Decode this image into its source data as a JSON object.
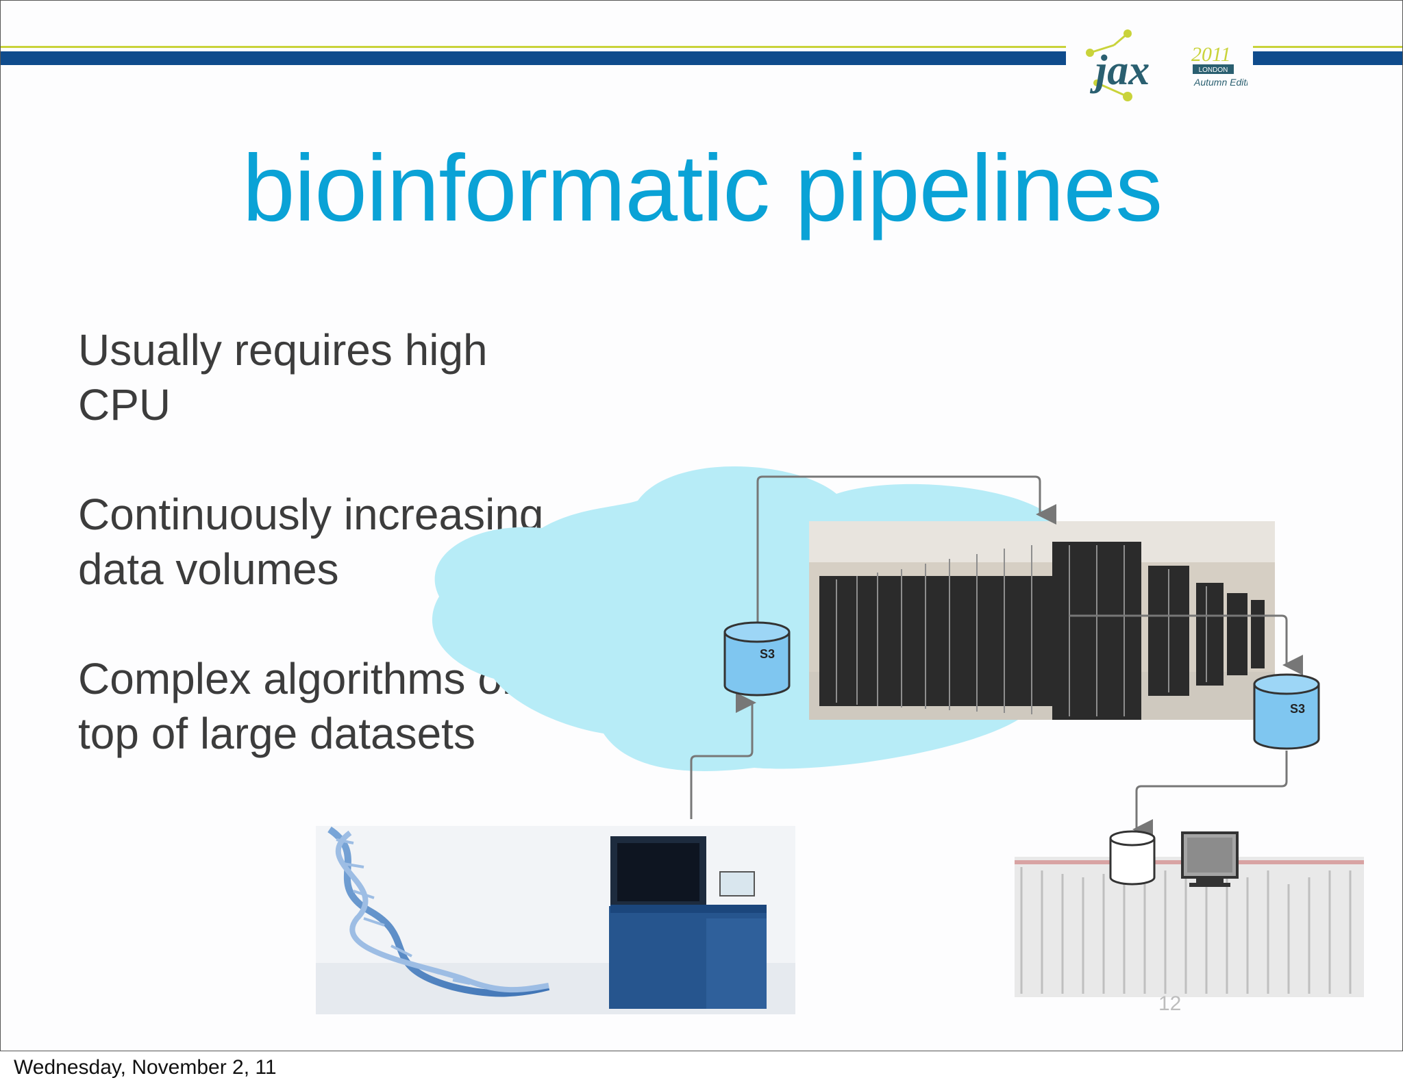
{
  "slide": {
    "title": "bioinformatic pipelines",
    "bullets": [
      {
        "line1": "Usually requires high",
        "line2": "CPU"
      },
      {
        "line1": "Continuously increasing",
        "line2": "data volumes"
      },
      {
        "line1": "Complex algorithms on",
        "line2": "top of large datasets"
      }
    ],
    "page_number": "12"
  },
  "logo": {
    "name": "jax",
    "year": "2011",
    "location": "LONDON",
    "edition": "Autumn Edition"
  },
  "diagram": {
    "storage_left_label": "S3",
    "storage_right_label": "S3"
  },
  "footer": {
    "date": "Wednesday, November 2, 11"
  },
  "colors": {
    "title": "#0aa2d6",
    "band_blue": "#0f4b8c",
    "band_green": "#c9d33a",
    "cloud": "#b7ecf7",
    "cylinder": "#7fc6f0"
  }
}
